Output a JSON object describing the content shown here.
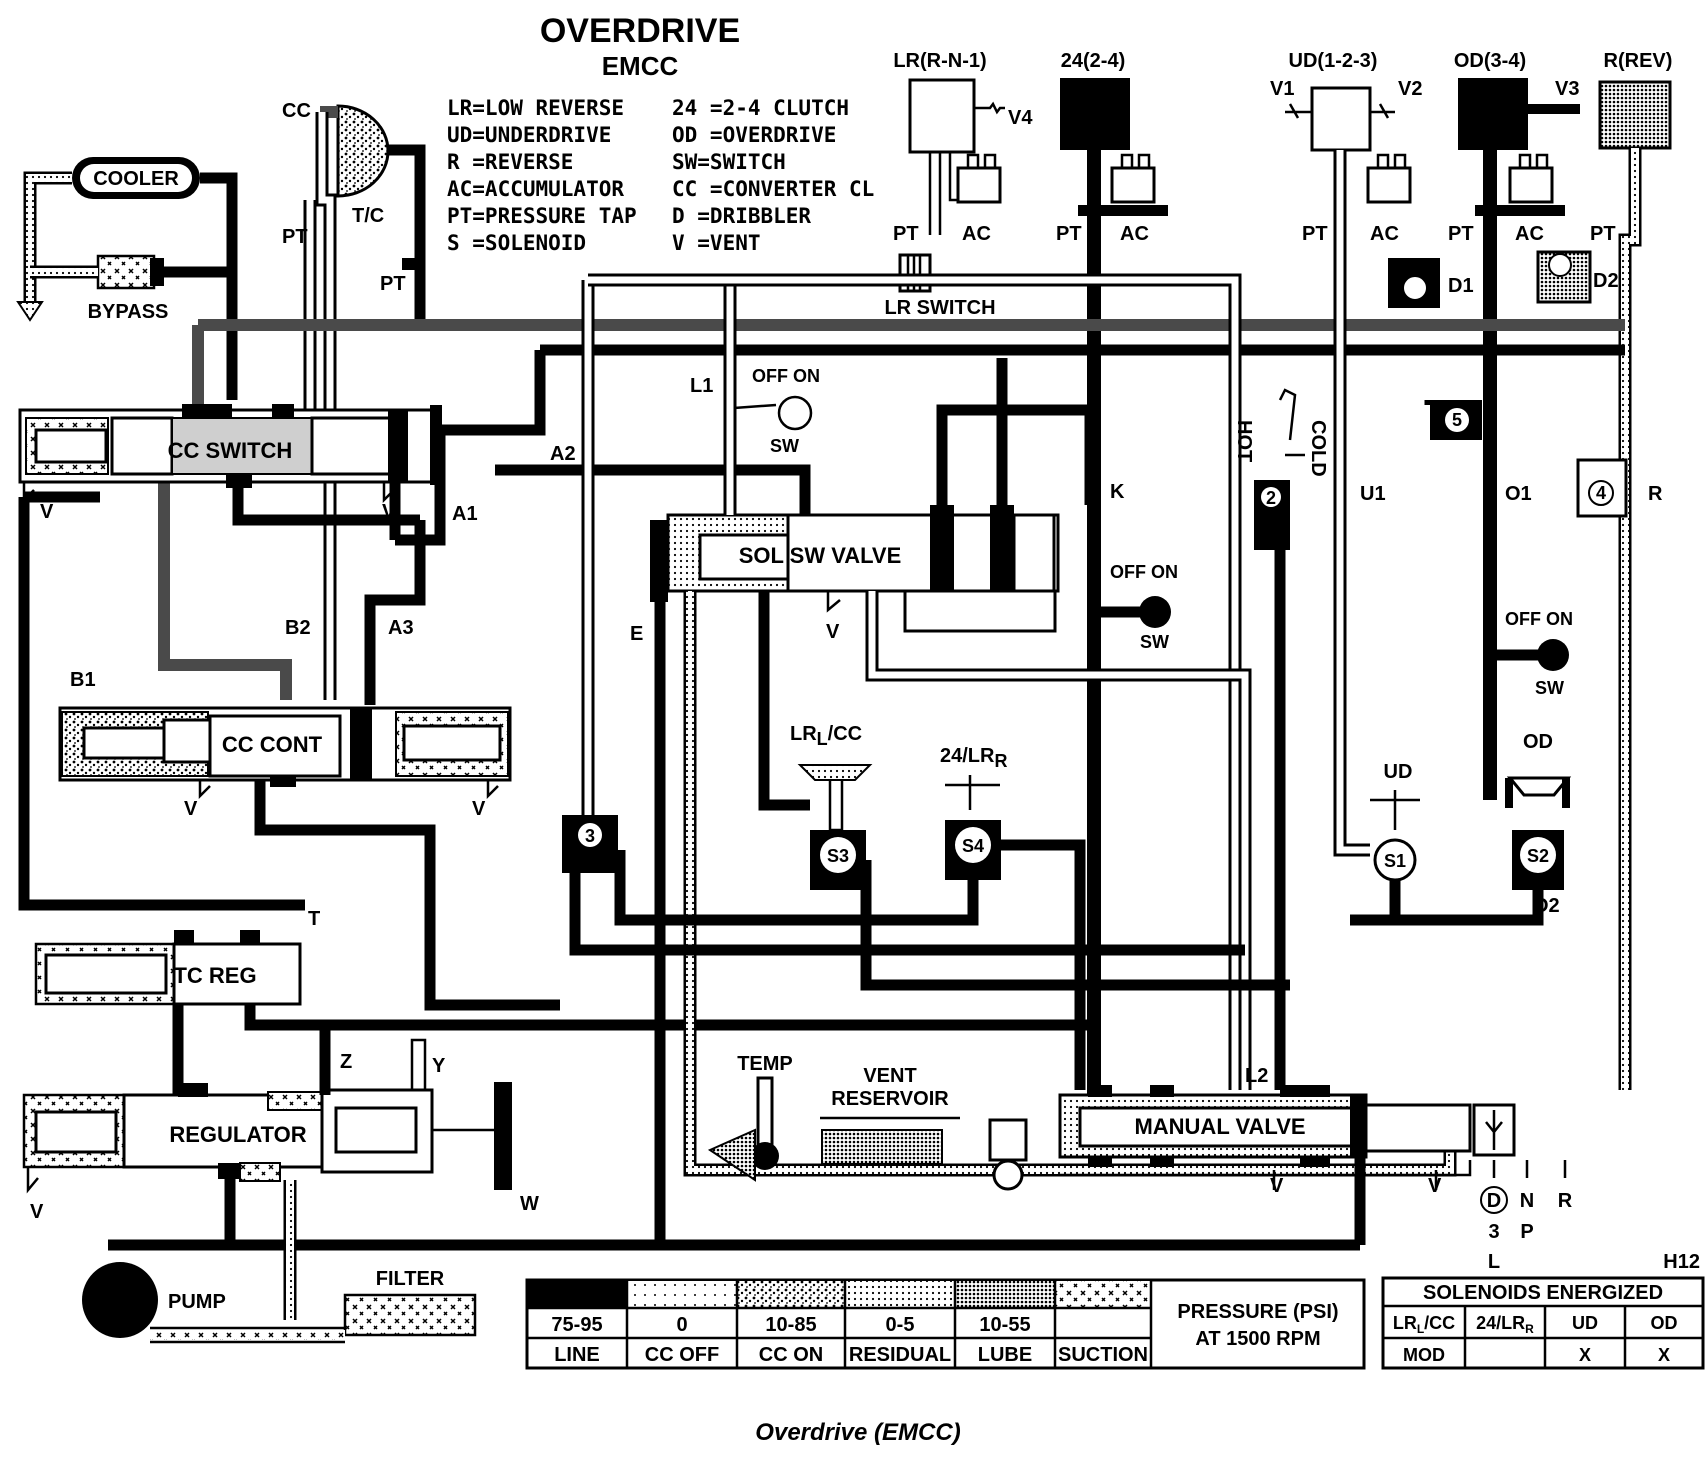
{
  "title": "OVERDRIVE",
  "subtitle": "EMCC",
  "legend_keys": [
    "LR=LOW REVERSE",
    "UD=UNDERDRIVE",
    "R  =REVERSE",
    "AC=ACCUMULATOR",
    "PT=PRESSURE TAP",
    "S  =SOLENOID",
    "24 =2-4 CLUTCH",
    "OD =OVERDRIVE",
    "SW=SWITCH",
    "CC =CONVERTER CL",
    "D  =DRIBBLER",
    "V  =VENT"
  ],
  "clutches": {
    "lr": "LR(R-N-1)",
    "c24": "24(2-4)",
    "ud": "UD(1-2-3)",
    "od": "OD(3-4)",
    "rev": "R(REV)"
  },
  "components": {
    "cooler": "COOLER",
    "bypass": "BYPASS",
    "cc": "CC",
    "tc": "T/C",
    "cc_switch": "CC SWITCH",
    "cc_cont": "CC CONT",
    "tc_reg": "TC REG",
    "regulator": "REGULATOR",
    "pump": "PUMP",
    "filter": "FILTER",
    "lr_switch": "LR SWITCH",
    "sol_sw_valve": "SOL SW VALVE",
    "manual_valve": "MANUAL VALVE",
    "temp": "TEMP",
    "vent_reservoir_1": "VENT",
    "vent_reservoir_2": "RESERVOIR",
    "lr_cc_sol": "LR",
    "lr_cc_sub": "L",
    "lr_cc_tail": "/CC",
    "sol_24lr": "24/LR",
    "sol_24lr_sub": "R",
    "ud_sol": "UD",
    "od_sol": "OD",
    "hot": "HOT",
    "cold": "COLD",
    "offon": "OFF ON",
    "sw": "SW",
    "code": "H12"
  },
  "labels": {
    "pt": "PT",
    "ac": "AC",
    "v": "V",
    "v1": "V1",
    "v2": "V2",
    "v3": "V3",
    "v4": "V4",
    "d1": "D1",
    "d2": "D2",
    "l1": "L1",
    "l2": "L2",
    "a1": "A1",
    "a2": "A2",
    "a3": "A3",
    "b1": "B1",
    "b2": "B2",
    "k": "K",
    "u1": "U1",
    "o1": "O1",
    "o2": "O2",
    "r": "R",
    "e": "E",
    "t": "T",
    "w": "W",
    "y": "Y",
    "z": "Z",
    "s1": "S1",
    "s2": "S2",
    "s3": "S3",
    "s4": "S4",
    "n2": "2",
    "n3": "3",
    "n4": "4",
    "n5": "5"
  },
  "gear_positions": [
    "D",
    "3",
    "L",
    "N",
    "P",
    "R"
  ],
  "pressure_legend": {
    "values": [
      "75-95",
      "0",
      "10-85",
      "0-5",
      "10-55",
      ""
    ],
    "names": [
      "LINE",
      "CC OFF",
      "CC ON",
      "RESIDUAL",
      "LUBE",
      "SUCTION"
    ],
    "title_1": "PRESSURE (PSI)",
    "title_2": "AT 1500 RPM"
  },
  "solenoid_table": {
    "title": "SOLENOIDS ENERGIZED",
    "headers": [
      "LR",
      "24/LR",
      "UD",
      "OD"
    ],
    "header_subs": [
      "L",
      "R",
      "",
      ""
    ],
    "header_tail": "/CC",
    "row": [
      "MOD",
      "",
      "X",
      "X"
    ]
  },
  "caption": "Overdrive (EMCC)"
}
